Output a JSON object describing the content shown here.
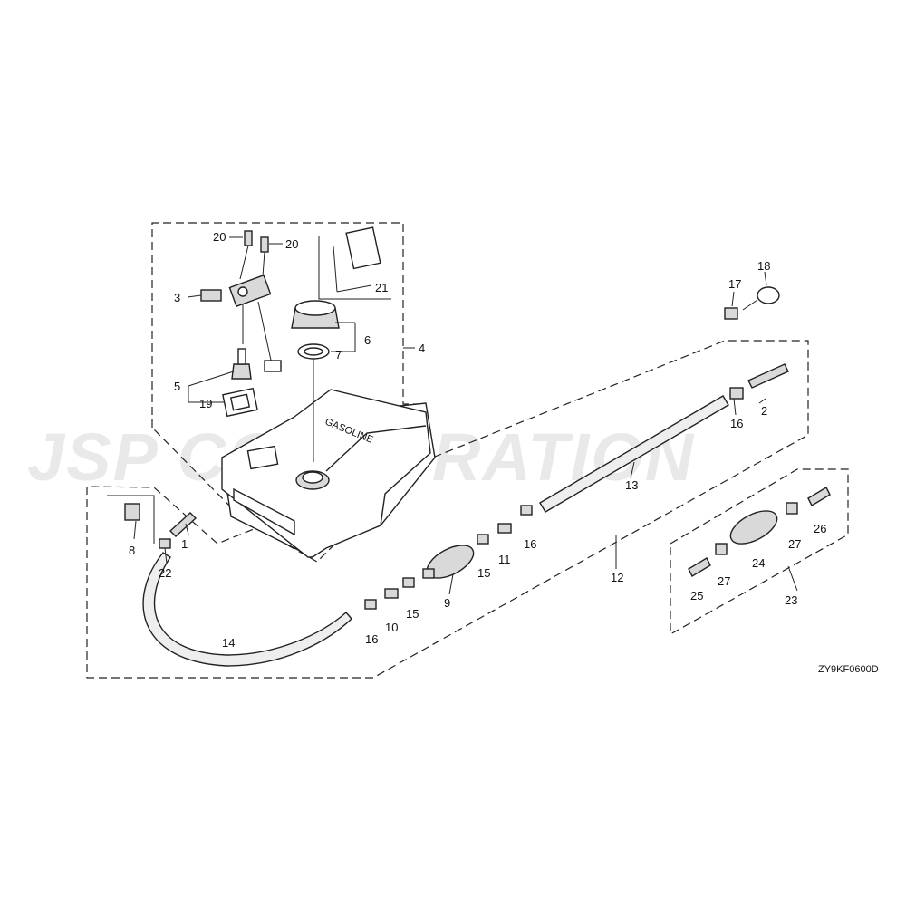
{
  "watermark": "JSP CORPORATION",
  "diagram_code": "ZY9KF0600D",
  "tank_label": "GASOLINE",
  "colors": {
    "line": "#222222",
    "watermark": "#e9e9e9",
    "part_fill": "#d9d9d9"
  },
  "callouts": {
    "c1": "1",
    "c2": "2",
    "c3": "3",
    "c4": "4",
    "c5": "5",
    "c6": "6",
    "c7": "7",
    "c8": "8",
    "c9": "9",
    "c10": "10",
    "c11": "11",
    "c12": "12",
    "c13": "13",
    "c14": "14",
    "c15a": "15",
    "c15b": "15",
    "c16a": "16",
    "c16b": "16",
    "c16c": "16",
    "c17": "17",
    "c18": "18",
    "c19": "19",
    "c20a": "20",
    "c20b": "20",
    "c21": "21",
    "c22": "22",
    "c23": "23",
    "c24": "24",
    "c25": "25",
    "c26": "26",
    "c27a": "27",
    "c27b": "27"
  }
}
